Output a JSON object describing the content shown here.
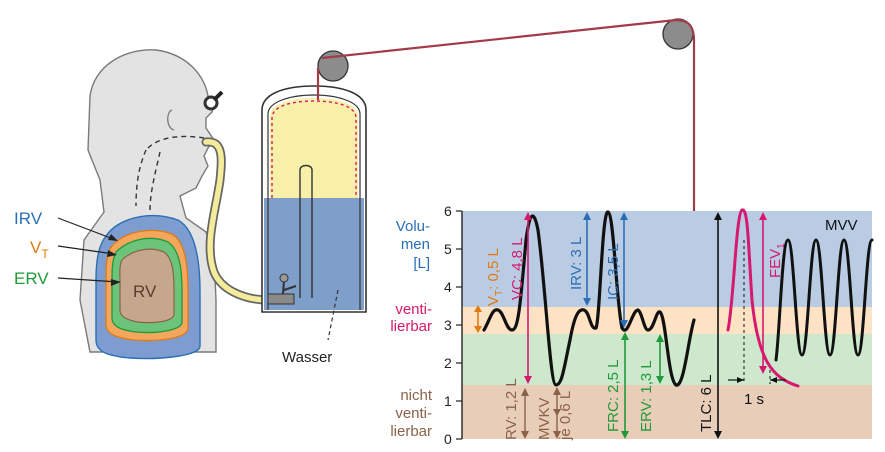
{
  "lung_labels": {
    "irv": "IRV",
    "vt_main": "V",
    "vt_sub": "T",
    "erv": "ERV",
    "rv": "RV"
  },
  "apparatus": {
    "water": "Wasser"
  },
  "axis": {
    "title_line1": "Volu-",
    "title_line2": "men",
    "title_line3": "[L]",
    "ticks": [
      "0",
      "1",
      "2",
      "3",
      "4",
      "5",
      "6"
    ]
  },
  "zones": {
    "ventilated_line1": "venti-",
    "ventilated_line2": "lierbar",
    "non_ventilated_line1": "nicht",
    "non_ventilated_line2": "venti-",
    "non_ventilated_line3": "lierbar"
  },
  "measures": {
    "vt_prefix": "V",
    "vt_sub": "T",
    "vt_value": ": 0,5 L",
    "vc": "VC: 4,8 L",
    "irv": "IRV: 3 L",
    "ic": "IC: 3,5 L",
    "rv": "RV: 1,2 L",
    "mvkv": "MVKV",
    "je": "je 0,6 L",
    "frc": "FRC: 2,5 L",
    "erv": "ERV: 1,3 L",
    "tlc": "TLC: 6 L",
    "fev_main": "FEV",
    "fev_sub": "1",
    "one_second": "1 s",
    "mvv": "MVV"
  },
  "colors": {
    "blue_zone": "#b9cce4",
    "orange_zone": "#fde3c4",
    "green_zone": "#cde8cd",
    "tan_zone": "#e8cdb8",
    "magenta": "#d6196e",
    "orange": "#e07b12",
    "green": "#1f9a3a",
    "blue": "#2a6fb5",
    "brown": "#8a6248",
    "water": "#7e9fca",
    "air": "#f8f0a8"
  }
}
